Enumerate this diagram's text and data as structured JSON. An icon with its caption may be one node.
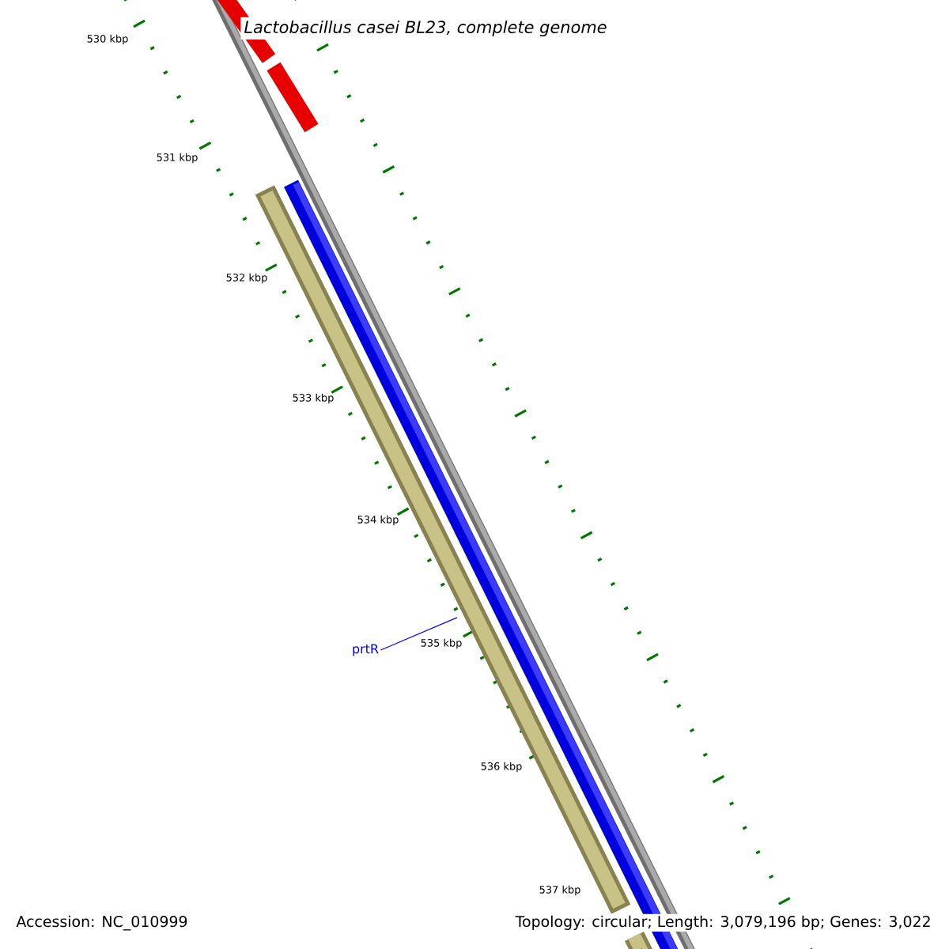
{
  "diagram": {
    "title": "Lactobacillus casei BL23, complete genome",
    "nodes": [
      {
        "text": [
          "prtR"
        ]
      },
      {
        "text": [],
        "shape": "bar"
      }
    ],
    "edges": [
      {
        "from": 0,
        "to": 1,
        "arrow": "none",
        "color": "#0000ff"
      }
    ],
    "labels": [
      "530 kbp",
      "531 kbp",
      "532 kbp",
      "533 kbp",
      "534 kbp",
      "535 kbp",
      "536 kbp",
      "537 kbp",
      "Accession: NC_010999",
      "Topology: circular; Length: 3,079,196 bp; Genes: 3,022"
    ]
  }
}
